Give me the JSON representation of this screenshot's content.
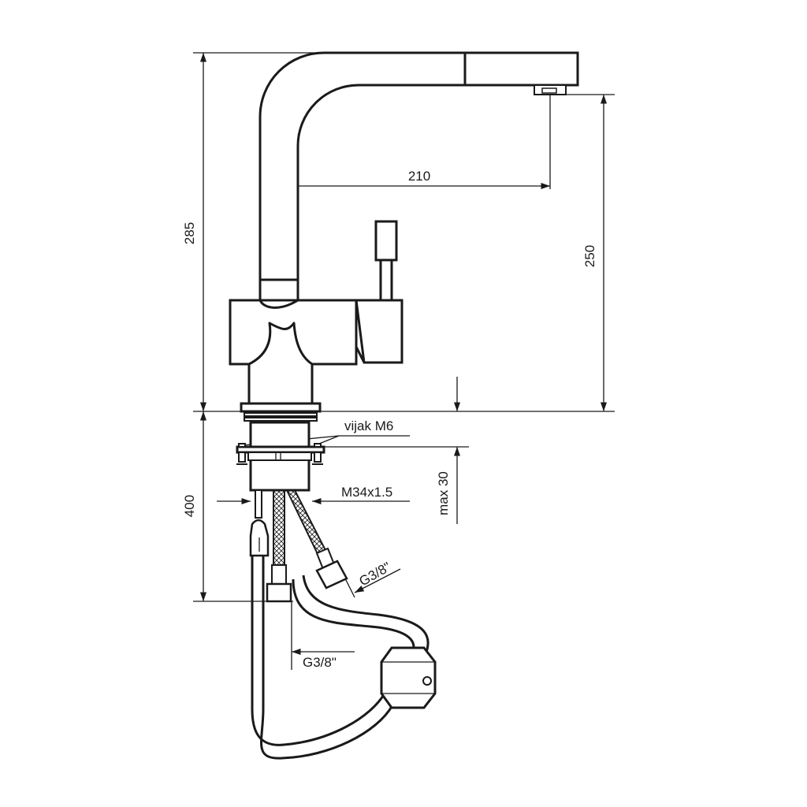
{
  "dimensions": {
    "total_height": "285",
    "reach": "210",
    "spout_height": "250",
    "hose_length": "400",
    "max_thickness": "max 30"
  },
  "labels": {
    "screw": "vijak M6",
    "thread": "M34x1.5",
    "connector_right": "G3/8\"",
    "connector_bottom": "G3/8\""
  }
}
